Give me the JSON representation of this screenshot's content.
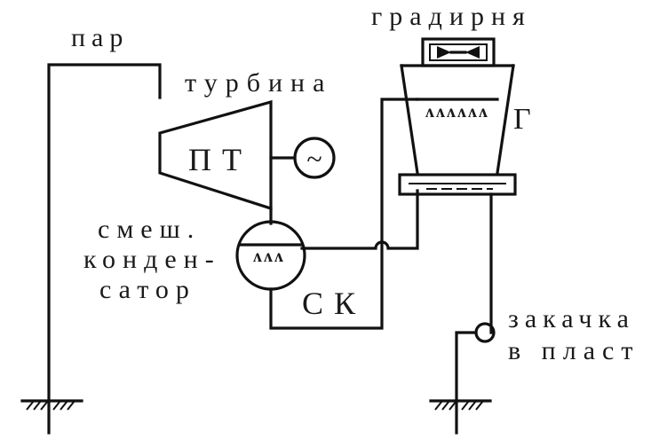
{
  "labels": {
    "steam": "пар",
    "turbine": "турбина",
    "turbine_code": "ПТ",
    "generator_symbol": "~",
    "mixing_condenser_line1": "смеш.",
    "mixing_condenser_line2": "конден-",
    "mixing_condenser_line3": "сатор",
    "condenser_code": "СК",
    "cooling_tower": "градирня",
    "cooling_tower_code": "Г",
    "injection_line1": "закачка",
    "injection_line2": "в пласт"
  },
  "nozzle_marks": {
    "condenser": "ʌʌʌ",
    "tower": "ʌʌʌʌʌʌ"
  }
}
